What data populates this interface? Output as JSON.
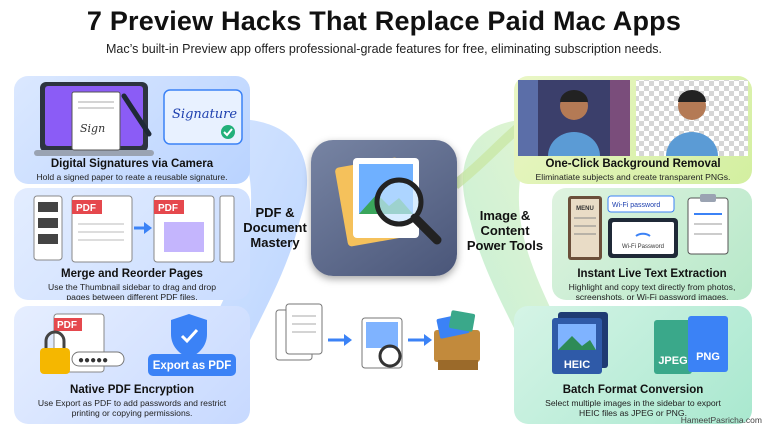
{
  "title": "7 Preview Hacks That Replace Paid Mac Apps",
  "subtitle": "Mac’s built-in Preview app offers professional-grade features for free, eliminating subscription needs.",
  "left_hub_label": [
    "PDF &",
    "Document",
    "Mastery"
  ],
  "right_hub_label": [
    "Image &",
    "Content",
    "Power Tools"
  ],
  "cards": {
    "signatures": {
      "title": "Digital Signatures via Camera",
      "desc": [
        "Hold a signed paper to reate a reusable signature."
      ],
      "art_text": {
        "paper": "Sign",
        "card": "Signature"
      }
    },
    "merge": {
      "title": "Merge and Reorder Pages",
      "desc": [
        "Use the Thumbnail sidebar to drag and drop",
        "pages between different PDF files."
      ],
      "art_text": {
        "pdf": "PDF"
      }
    },
    "encryption": {
      "title": "Native PDF Encryption",
      "desc": [
        "Use Export as PDF to add passwords and restrict",
        "printing or copying permissions."
      ],
      "art_text": {
        "pdf": "PDF",
        "button": "Export as PDF"
      }
    },
    "background": {
      "title": "One-Click Background Removal",
      "desc": [
        "Eliminatiate subjects and create transparent PNGs."
      ]
    },
    "livetext": {
      "title": "Instant Live Text Extraction",
      "desc": [
        "Highlight and copy text directly from photos,",
        "screenshots, or Wi-Fi password images."
      ],
      "art_text": {
        "menu": "MENU",
        "wifi_card": "Wi-Fi password",
        "wifi_tablet": "Wi-Fi Password"
      }
    },
    "format": {
      "title": "Batch Format Conversion",
      "desc": [
        "Select multiple images in the sidebar to export",
        "HEIC files as JPEG or PNG."
      ],
      "art_text": {
        "heic": "HEIC",
        "jpeg": "JPEG",
        "png": "PNG"
      }
    }
  },
  "watermark": "HameetPasricha.com",
  "colors": {
    "accent_blue": "#3b82f6",
    "pdf_red": "#e5484d",
    "shield_green": "#22b07a",
    "hub": "#5a6689"
  }
}
